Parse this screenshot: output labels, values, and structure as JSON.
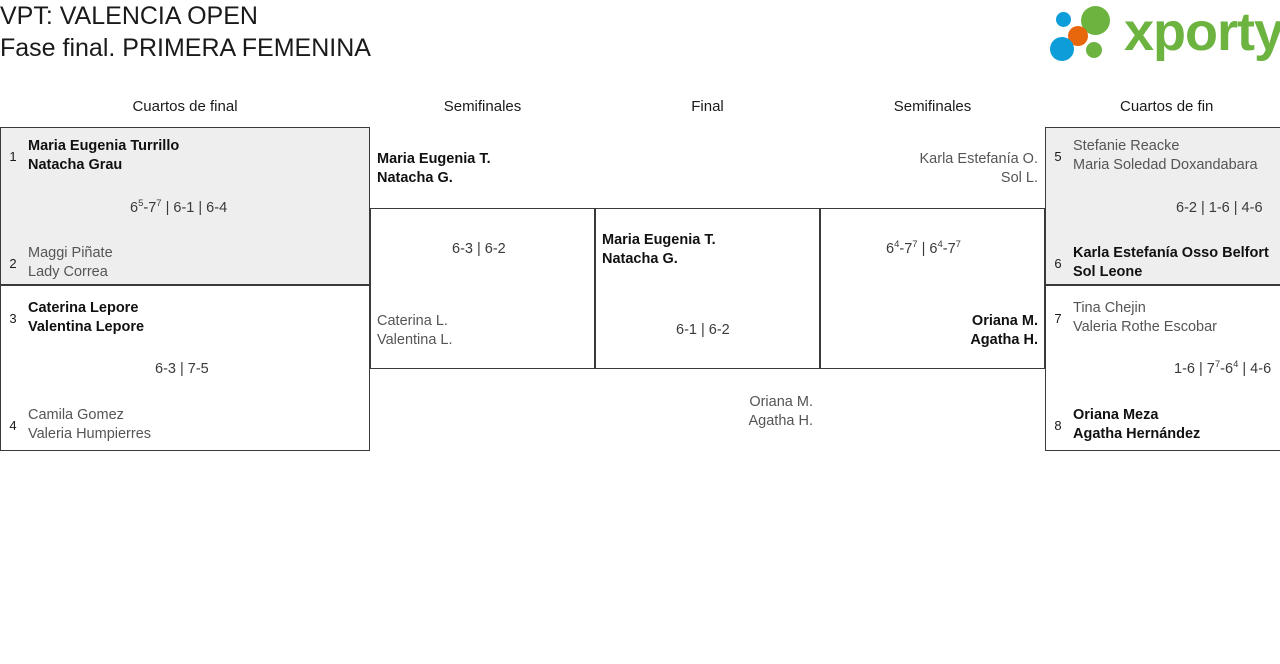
{
  "header": {
    "title_line1": "VPT: VALENCIA OPEN",
    "title_line2": "Fase final. PRIMERA FEMENINA",
    "logo_word": "xporty",
    "logo_colors": {
      "green": "#6cb33f",
      "blue": "#0d9dd9",
      "orange": "#e8660c"
    }
  },
  "rounds": {
    "left_qf": "Cuartos de final",
    "left_sf": "Semifinales",
    "final": "Final",
    "right_sf": "Semifinales",
    "right_qf": "Cuartos de fin"
  },
  "left_quarterfinals": [
    {
      "score": "6⁵-7⁷ | 6-1 | 6-4",
      "top": {
        "seed": "1",
        "line1": "Maria Eugenia Turrillo",
        "line2": "Natacha Grau",
        "winner": true
      },
      "bottom": {
        "seed": "2",
        "line1": "Maggi Piñate",
        "line2": "Lady Correa",
        "winner": false
      }
    },
    {
      "score": "6-3 | 7-5",
      "top": {
        "seed": "3",
        "line1": "Caterina Lepore",
        "line2": "Valentina Lepore",
        "winner": true
      },
      "bottom": {
        "seed": "4",
        "line1": "Camila Gomez",
        "line2": "Valeria Humpierres",
        "winner": false
      }
    }
  ],
  "left_semifinal": {
    "score": "6-3 | 6-2",
    "top": {
      "line1": "Maria Eugenia T.",
      "line2": "Natacha G.",
      "winner": true
    },
    "bottom": {
      "line1": "Caterina L.",
      "line2": "Valentina L.",
      "winner": false
    }
  },
  "final": {
    "score": "6-1 | 6-2",
    "top": {
      "line1": "Maria Eugenia T.",
      "line2": "Natacha G.",
      "winner": true
    },
    "bottom": {
      "line1": "Oriana M.",
      "line2": "Agatha H.",
      "winner": false
    }
  },
  "right_semifinal": {
    "score": "6⁴-7⁷ | 6⁴-7⁷",
    "top": {
      "line1": "Karla Estefanía O.",
      "line2": "Sol L.",
      "winner": false
    },
    "bottom": {
      "line1": "Oriana M.",
      "line2": "Agatha H.",
      "winner": true
    }
  },
  "right_quarterfinals": [
    {
      "score": "6-2 | 1-6 | 4-6",
      "top": {
        "seed": "5",
        "line1": "Stefanie Reacke",
        "line2": "Maria Soledad Doxandabara",
        "winner": false
      },
      "bottom": {
        "seed": "6",
        "line1": "Karla Estefanía Osso Belfort",
        "line2": "Sol Leone",
        "winner": true
      }
    },
    {
      "score": "1-6 | 7⁷-6⁴ | 4-6",
      "top": {
        "seed": "7",
        "line1": "Tina Chejin",
        "line2": "Valeria Rothe Escobar",
        "winner": false
      },
      "bottom": {
        "seed": "8",
        "line1": "Oriana Meza",
        "line2": "Agatha Hernández",
        "winner": true
      }
    }
  ]
}
